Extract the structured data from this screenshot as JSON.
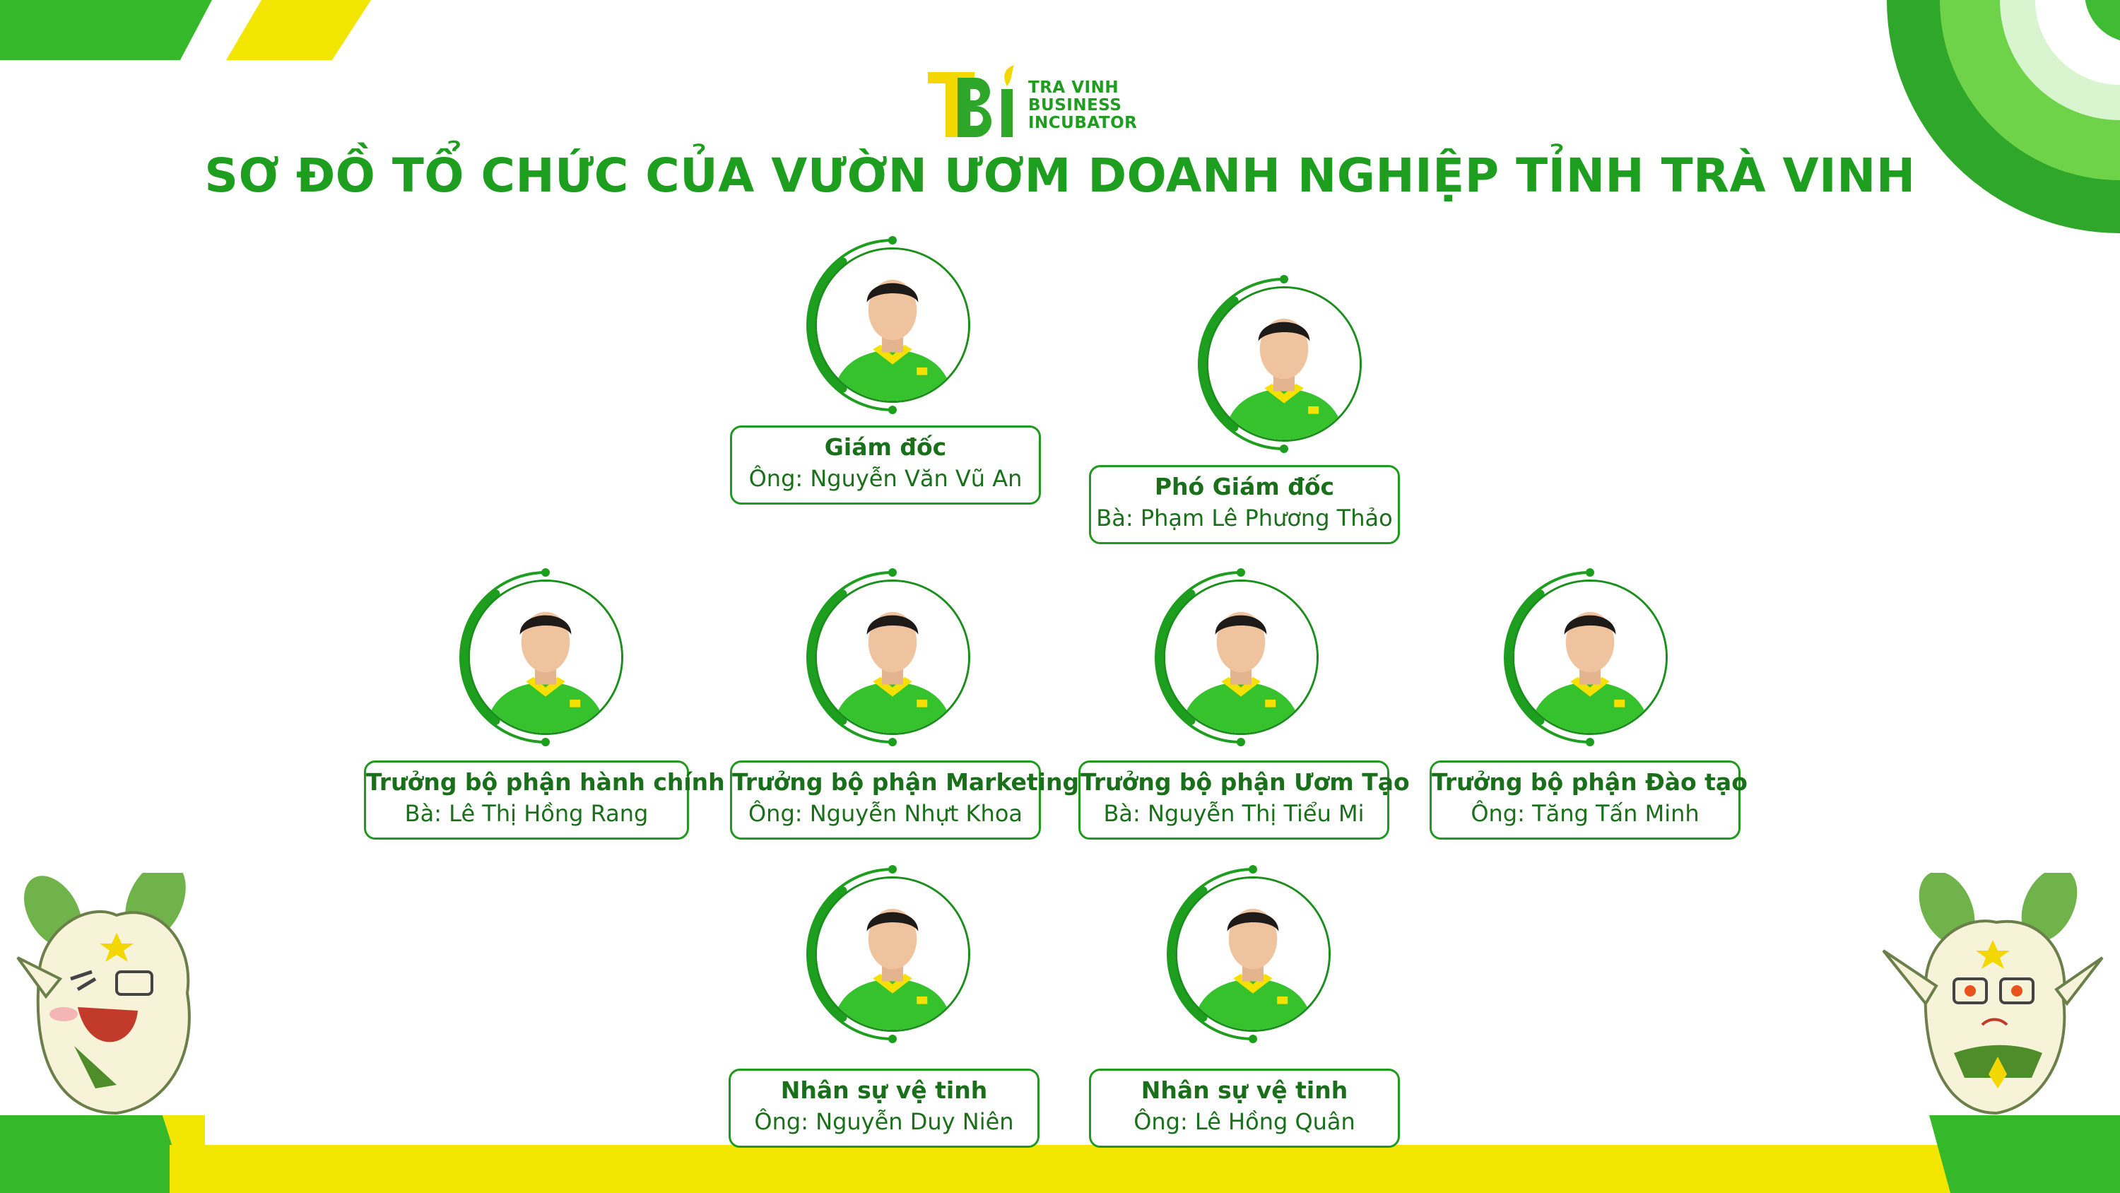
{
  "logo": {
    "mark": "TBI",
    "line1": "TRA VINH",
    "line2": "BUSINESS",
    "line3": "INCUBATOR"
  },
  "title": "SƠ ĐỒ TỔ CHỨC CỦA VƯỜN ƯƠM DOANH NGHIỆP TỈNH TRÀ VINH",
  "colors": {
    "brand_green": "#1e9e1e",
    "light_green": "#6fd34a",
    "yellow": "#f2e600",
    "text_green": "#1a6f1a"
  },
  "people": [
    {
      "role": "Giám đốc",
      "name": "Ông: Nguyễn Văn Vũ An"
    },
    {
      "role": "Phó Giám đốc",
      "name": "Bà: Phạm Lê Phương Thảo"
    },
    {
      "role": "Trưởng bộ phận hành chính",
      "name": "Bà: Lê Thị Hồng Rang"
    },
    {
      "role": "Trưởng bộ phận Marketing",
      "name": "Ông: Nguyễn Nhựt Khoa"
    },
    {
      "role": "Trưởng bộ phận Ươm Tạo",
      "name": "Bà: Nguyễn Thị Tiểu Mi"
    },
    {
      "role": "Trưởng bộ phận Đào tạo",
      "name": "Ông: Tăng Tấn Minh"
    },
    {
      "role": "Nhân sự vệ tinh",
      "name": "Ông: Nguyễn Duy Niên"
    },
    {
      "role": "Nhân sự vệ tinh",
      "name": "Ông: Lê Hồng Quân"
    }
  ]
}
